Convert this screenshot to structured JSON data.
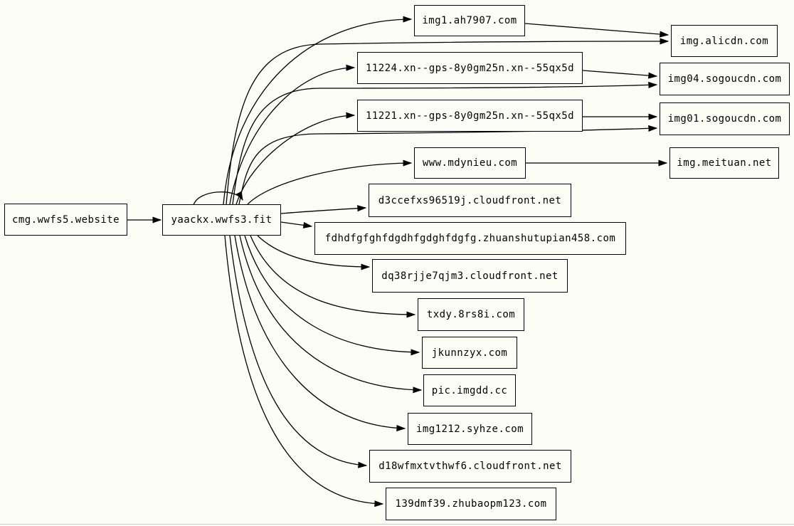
{
  "page": {
    "background_color": "#fdfdf7",
    "node_border_color": "#000000",
    "node_fill_color": "#fdfdf7",
    "edge_color": "#000000",
    "text_color": "#000000",
    "bottom_divider_color": "#cccccc"
  },
  "graph": {
    "type": "directed-domain-graph",
    "nodes": [
      {
        "id": "cmg.wwfs5.website",
        "label": "cmg.wwfs5.website"
      },
      {
        "id": "yaackx.wwfs3.fit",
        "label": "yaackx.wwfs3.fit"
      },
      {
        "id": "img1.ah7907.com",
        "label": "img1.ah7907.com"
      },
      {
        "id": "11224.xn--gps-8y0gm25n.xn--55qx5d",
        "label": "11224.xn--gps-8y0gm25n.xn--55qx5d"
      },
      {
        "id": "11221.xn--gps-8y0gm25n.xn--55qx5d",
        "label": "11221.xn--gps-8y0gm25n.xn--55qx5d"
      },
      {
        "id": "www.mdynieu.com",
        "label": "www.mdynieu.com"
      },
      {
        "id": "d3ccefxs96519j.cloudfront.net",
        "label": "d3ccefxs96519j.cloudfront.net"
      },
      {
        "id": "fdhdfgfghfdgdhfgdghfdgfg.zhuanshutupian458.com",
        "label": "fdhdfgfghfdgdhfgdghfdgfg.zhuanshutupian458.com"
      },
      {
        "id": "dq38rjje7qjm3.cloudfront.net",
        "label": "dq38rjje7qjm3.cloudfront.net"
      },
      {
        "id": "txdy.8rs8i.com",
        "label": "txdy.8rs8i.com"
      },
      {
        "id": "jkunnzyx.com",
        "label": "jkunnzyx.com"
      },
      {
        "id": "pic.imgdd.cc",
        "label": "pic.imgdd.cc"
      },
      {
        "id": "img1212.syhze.com",
        "label": "img1212.syhze.com"
      },
      {
        "id": "d18wfmxtvthwf6.cloudfront.net",
        "label": "d18wfmxtvthwf6.cloudfront.net"
      },
      {
        "id": "139dmf39.zhubaopm123.com",
        "label": "139dmf39.zhubaopm123.com"
      },
      {
        "id": "img.alicdn.com",
        "label": "img.alicdn.com"
      },
      {
        "id": "img04.sogoucdn.com",
        "label": "img04.sogoucdn.com"
      },
      {
        "id": "img01.sogoucdn.com",
        "label": "img01.sogoucdn.com"
      },
      {
        "id": "img.meituan.net",
        "label": "img.meituan.net"
      }
    ],
    "edges": [
      {
        "from": "cmg.wwfs5.website",
        "to": "yaackx.wwfs3.fit"
      },
      {
        "from": "yaackx.wwfs3.fit",
        "to": "yaackx.wwfs3.fit"
      },
      {
        "from": "yaackx.wwfs3.fit",
        "to": "img1.ah7907.com"
      },
      {
        "from": "yaackx.wwfs3.fit",
        "to": "img.alicdn.com"
      },
      {
        "from": "yaackx.wwfs3.fit",
        "to": "11224.xn--gps-8y0gm25n.xn--55qx5d"
      },
      {
        "from": "yaackx.wwfs3.fit",
        "to": "img04.sogoucdn.com"
      },
      {
        "from": "yaackx.wwfs3.fit",
        "to": "11221.xn--gps-8y0gm25n.xn--55qx5d"
      },
      {
        "from": "yaackx.wwfs3.fit",
        "to": "img01.sogoucdn.com"
      },
      {
        "from": "yaackx.wwfs3.fit",
        "to": "www.mdynieu.com"
      },
      {
        "from": "yaackx.wwfs3.fit",
        "to": "d3ccefxs96519j.cloudfront.net"
      },
      {
        "from": "yaackx.wwfs3.fit",
        "to": "fdhdfgfghfdgdhfgdghfdgfg.zhuanshutupian458.com"
      },
      {
        "from": "yaackx.wwfs3.fit",
        "to": "dq38rjje7qjm3.cloudfront.net"
      },
      {
        "from": "yaackx.wwfs3.fit",
        "to": "txdy.8rs8i.com"
      },
      {
        "from": "yaackx.wwfs3.fit",
        "to": "jkunnzyx.com"
      },
      {
        "from": "yaackx.wwfs3.fit",
        "to": "pic.imgdd.cc"
      },
      {
        "from": "yaackx.wwfs3.fit",
        "to": "img1212.syhze.com"
      },
      {
        "from": "yaackx.wwfs3.fit",
        "to": "d18wfmxtvthwf6.cloudfront.net"
      },
      {
        "from": "yaackx.wwfs3.fit",
        "to": "139dmf39.zhubaopm123.com"
      },
      {
        "from": "img1.ah7907.com",
        "to": "img.alicdn.com"
      },
      {
        "from": "11224.xn--gps-8y0gm25n.xn--55qx5d",
        "to": "img04.sogoucdn.com"
      },
      {
        "from": "11221.xn--gps-8y0gm25n.xn--55qx5d",
        "to": "img01.sogoucdn.com"
      },
      {
        "from": "www.mdynieu.com",
        "to": "img.meituan.net"
      }
    ]
  }
}
